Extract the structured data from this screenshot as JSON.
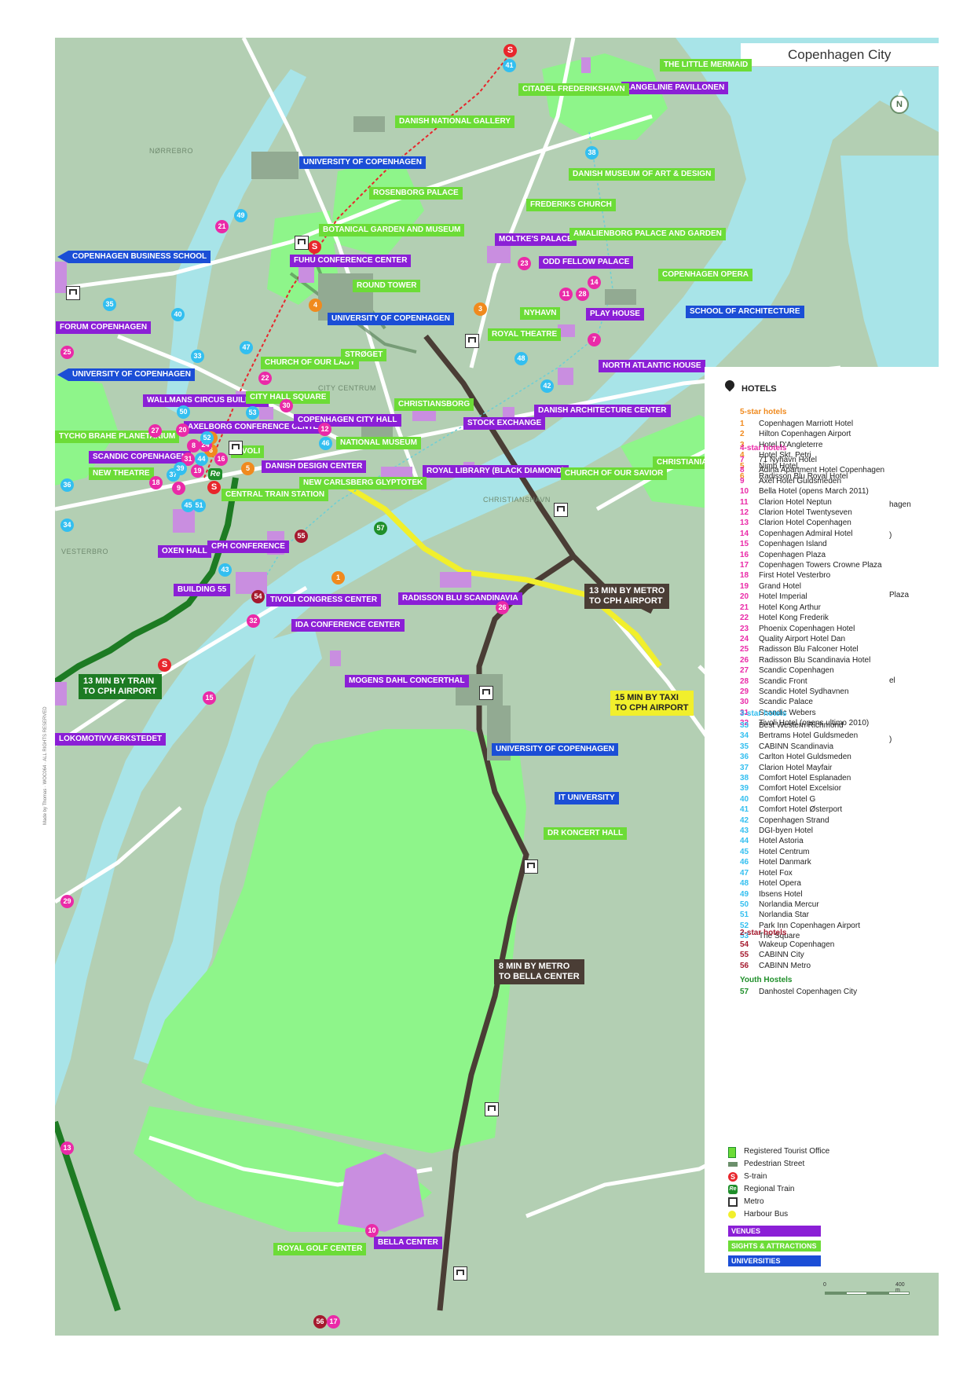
{
  "title": "Copenhagen City",
  "compass": "N",
  "credit": "Made by Thomas · WOC064 · ALL RIGHTS RESERVED",
  "area_labels": [
    "NØRREBRO",
    "CITY CENTRUM",
    "CHRISTIANSHAVN",
    "VESTERBRO"
  ],
  "venues": [
    "LANGELINIE PAVILLONEN",
    "FUHU CONFERENCE CENTER",
    "MOLTKE'S PALACE",
    "ODD FELLOW PALACE",
    "PLAY HOUSE",
    "NORTH ATLANTIC HOUSE",
    "FORUM COPENHAGEN",
    "WALLMANS CIRCUS BUILDING",
    "AXELBORG CONFERENCE CENTER",
    "COPENHAGEN CITY HALL",
    "DANISH ARCHITECTURE CENTER",
    "STOCK EXCHANGE",
    "SCANDIC COPENHAGEN",
    "DANISH DESIGN CENTER",
    "ROYAL LIBRARY (BLACK DIAMOND)",
    "OXEN HALL",
    "CPH CONFERENCE",
    "BUILDING 55",
    "TIVOLI CONGRESS CENTER",
    "IDA CONFERENCE CENTER",
    "RADISSON BLU SCANDINAVIA",
    "MOGENS DAHL CONCERTHAL",
    "LOKOMOTIVVÆRKSTEDET",
    "BELLA CENTER"
  ],
  "sights": [
    "THE LITTLE MERMAID",
    "CITADEL FREDERIKSHAVN",
    "DANISH NATIONAL GALLERY",
    "ROSENBORG PALACE",
    "BOTANICAL GARDEN AND MUSEUM",
    "DANISH MUSEUM OF ART & DESIGN",
    "FREDERIKS CHURCH",
    "AMALIENBORG PALACE AND GARDEN",
    "COPENHAGEN OPERA",
    "ROUND TOWER",
    "NYHAVN",
    "ROYAL THEATRE",
    "CHURCH OF OUR LADY",
    "STRØGET",
    "CITY HALL SQUARE",
    "CHRISTIANSBORG",
    "TYCHO BRAHE PLANETARIUM",
    "NATIONAL MUSEUM",
    "TIVOLI",
    "NEW THEATRE",
    "NEW CARLSBERG GLYPTOTEK",
    "CENTRAL TRAIN STATION",
    "CHURCH OF OUR SAVIOR",
    "CHRISTIANIA",
    "ROYAL GOLF CENTER"
  ],
  "universities": [
    "UNIVERSITY OF COPENHAGEN",
    "COPENHAGEN BUSINESS SCHOOL",
    "UNIVERSITY OF COPENHAGEN",
    "SCHOOL OF ARCHITECTURE",
    "UNIVERSITY OF COPENHAGEN",
    "UNIVERSITY OF COPENHAGEN",
    "IT UNIVERSITY",
    "DR KONCERT HALL"
  ],
  "transit": {
    "metro_airport": [
      "13 MIN BY METRO",
      "TO CPH AIRPORT"
    ],
    "train_airport": [
      "13 MIN BY TRAIN",
      "TO CPH AIRPORT"
    ],
    "taxi_airport": [
      "15 MIN BY TAXI",
      "TO CPH AIRPORT"
    ],
    "metro_bella": [
      "8 MIN BY METRO",
      "TO BELLA CENTER"
    ]
  },
  "pins": [
    "1",
    "2",
    "3",
    "4",
    "5",
    "6",
    "7",
    "8",
    "9",
    "10",
    "11",
    "12",
    "13",
    "14",
    "15",
    "16",
    "17",
    "18",
    "19",
    "20",
    "21",
    "22",
    "23",
    "24",
    "25",
    "26",
    "27",
    "28",
    "29",
    "30",
    "31",
    "32",
    "33",
    "34",
    "35",
    "36",
    "37",
    "38",
    "39",
    "40",
    "41",
    "42",
    "43",
    "44",
    "45",
    "46",
    "47",
    "48",
    "49",
    "50",
    "51",
    "52",
    "53",
    "54",
    "55",
    "56",
    "57"
  ],
  "signs": {
    "s": "S",
    "re": "Re"
  },
  "legend": {
    "heading": "HOTELS",
    "groups": [
      {
        "title": "5-star hotels",
        "color": "#f08a1e",
        "items": [
          {
            "n": "1",
            "name": "Copenhagen Marriott Hotel"
          },
          {
            "n": "2",
            "name": "Hilton Copenhagen Airport"
          },
          {
            "n": "3",
            "name": "Hotel D'Angleterre"
          },
          {
            "n": "4",
            "name": "Hotel Skt. Petri"
          },
          {
            "n": "5",
            "name": "Nimb Hotel"
          },
          {
            "n": "6",
            "name": "Radisson Blu Royal Hotel"
          }
        ]
      },
      {
        "title": "4-star hotels",
        "color": "#ea2aa8",
        "items": [
          {
            "n": "7",
            "name": "71 Nyhavn Hotel"
          },
          {
            "n": "8",
            "name": "Adina Apartment Hotel Copenhagen"
          },
          {
            "n": "9",
            "name": "Axel Hotel Guldsmeden"
          },
          {
            "n": "10",
            "name": "Bella Hotel (opens March 2011)"
          },
          {
            "n": "11",
            "name": "Clarion Hotel Neptun"
          },
          {
            "n": "12",
            "name": "Clarion Hotel Twentyseven"
          },
          {
            "n": "13",
            "name": "Clarion Hotel Copenhagen"
          },
          {
            "n": "14",
            "name": "Copenhagen Admiral Hotel"
          },
          {
            "n": "15",
            "name": "Copenhagen Island"
          },
          {
            "n": "16",
            "name": "Copenhagen Plaza"
          },
          {
            "n": "17",
            "name": "Copenhagen Towers Crowne Plaza"
          },
          {
            "n": "18",
            "name": "First Hotel Vesterbro"
          },
          {
            "n": "19",
            "name": "Grand Hotel"
          },
          {
            "n": "20",
            "name": "Hotel Imperial"
          },
          {
            "n": "21",
            "name": "Hotel Kong Arthur"
          },
          {
            "n": "22",
            "name": "Hotel Kong Frederik"
          },
          {
            "n": "23",
            "name": "Phoenix Copenhagen Hotel"
          },
          {
            "n": "24",
            "name": "Quality Airport Hotel Dan"
          },
          {
            "n": "25",
            "name": "Radisson Blu Falconer Hotel"
          },
          {
            "n": "26",
            "name": "Radisson Blu Scandinavia Hotel"
          },
          {
            "n": "27",
            "name": "Scandic Copenhagen"
          },
          {
            "n": "28",
            "name": "Scandic Front"
          },
          {
            "n": "29",
            "name": "Scandic Hotel Sydhavnen"
          },
          {
            "n": "30",
            "name": "Scandic Palace"
          },
          {
            "n": "31",
            "name": "Scandic Webers"
          },
          {
            "n": "32",
            "name": "Tivoli Hotel (opens ultimo 2010)"
          }
        ]
      },
      {
        "title": "3-star hotels",
        "color": "#33bff0",
        "items": [
          {
            "n": "33",
            "name": "Best Western Richmond"
          },
          {
            "n": "34",
            "name": "Bertrams Hotel Guldsmeden"
          },
          {
            "n": "35",
            "name": "CABINN Scandinavia"
          },
          {
            "n": "36",
            "name": "Carlton Hotel Guldsmeden"
          },
          {
            "n": "37",
            "name": "Clarion Hotel Mayfair"
          },
          {
            "n": "38",
            "name": "Comfort Hotel Esplanaden"
          },
          {
            "n": "39",
            "name": "Comfort Hotel Excelsior"
          },
          {
            "n": "40",
            "name": "Comfort Hotel G"
          },
          {
            "n": "41",
            "name": "Comfort Hotel Østerport"
          },
          {
            "n": "42",
            "name": "Copenhagen Strand"
          },
          {
            "n": "43",
            "name": "DGI-byen Hotel"
          },
          {
            "n": "44",
            "name": "Hotel Astoria"
          },
          {
            "n": "45",
            "name": "Hotel Centrum"
          },
          {
            "n": "46",
            "name": "Hotel Danmark"
          },
          {
            "n": "47",
            "name": "Hotel Fox"
          },
          {
            "n": "48",
            "name": "Hotel Opera"
          },
          {
            "n": "49",
            "name": "Ibsens Hotel"
          },
          {
            "n": "50",
            "name": "Norlandia Mercur"
          },
          {
            "n": "51",
            "name": "Norlandia Star"
          },
          {
            "n": "52",
            "name": "Park Inn Copenhagen Airport"
          },
          {
            "n": "53",
            "name": "The Square"
          }
        ]
      },
      {
        "title": "2-star hotels",
        "color": "#a51a2e",
        "items": [
          {
            "n": "54",
            "name": "Wakeup Copenhagen"
          },
          {
            "n": "55",
            "name": "CABINN City"
          },
          {
            "n": "56",
            "name": "CABINN Metro"
          }
        ]
      },
      {
        "title": "Youth Hostels",
        "color": "#1f8f2a",
        "items": [
          {
            "n": "57",
            "name": "Danhostel Copenhagen City"
          }
        ]
      }
    ],
    "cut_text": [
      "hagen",
      ")",
      "Plaza",
      "el",
      ")"
    ],
    "symbols": [
      "Registered Tourist Office",
      "Pedestrian Street",
      "S-train",
      "Regional Train",
      "Metro",
      "Harbour Bus"
    ],
    "categories": [
      {
        "label": "VENUES",
        "color": "#8b1fd6"
      },
      {
        "label": "SIGHTS & ATTRACTIONS",
        "color": "#6cdc37"
      },
      {
        "label": "UNIVERSITIES",
        "color": "#1b4ed6"
      }
    ],
    "scale": [
      "0",
      "400 m"
    ]
  },
  "colors": {
    "water": "#a8e4e8",
    "land": "#b3cfb3",
    "park": "#8ef58a",
    "road": "#ffffff",
    "metro": "#4a3d35",
    "train": "#1d7b23",
    "taxi": "#f1ef2c"
  }
}
